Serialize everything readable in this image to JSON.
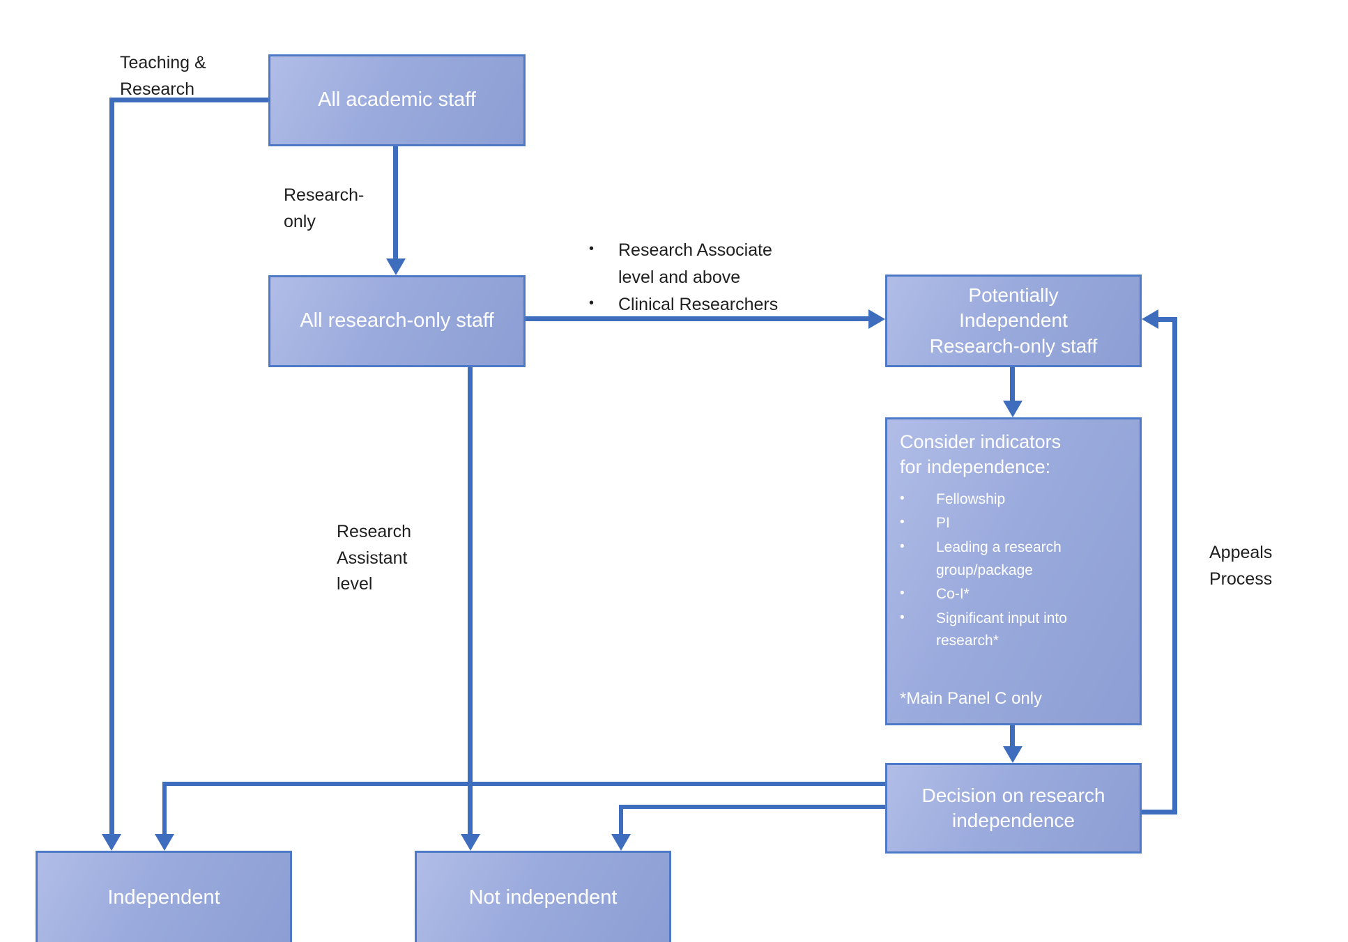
{
  "colors": {
    "connector": "#3e6dbd",
    "box_border": "#4d79c7",
    "box_fill_light": "#b1bde7",
    "box_fill_dark": "#8c9ed4",
    "box_text": "#ffffff",
    "label_text": "#1f1f1f"
  },
  "bullet_char": "•",
  "boxes": {
    "academic": {
      "label": "All academic staff"
    },
    "research_only": {
      "label": "All research-only staff"
    },
    "potentially": {
      "lines": [
        "Potentially",
        "Independent",
        "Research-only staff"
      ]
    },
    "consider": {
      "heading_lines": [
        "Consider indicators",
        "for independence:"
      ],
      "items": [
        "Fellowship",
        "PI",
        "Leading a research group/package",
        "Co-I*",
        "Significant input into research*"
      ],
      "footnote": "*Main Panel C only"
    },
    "decision": {
      "lines": [
        "Decision on research",
        "independence"
      ]
    },
    "independent": {
      "label": "Independent"
    },
    "not_independent": {
      "label": "Not independent"
    }
  },
  "edge_labels": {
    "teaching": {
      "lines": [
        "Teaching &",
        "Research"
      ]
    },
    "research_only": {
      "lines": [
        "Research-",
        "only"
      ]
    },
    "associate_bullets": {
      "items": [
        "Research Associate level and above",
        "Clinical Researchers"
      ]
    },
    "assistant": {
      "lines": [
        "Research",
        "Assistant",
        "level"
      ]
    },
    "appeals": {
      "lines": [
        "Appeals",
        "Process"
      ]
    }
  }
}
